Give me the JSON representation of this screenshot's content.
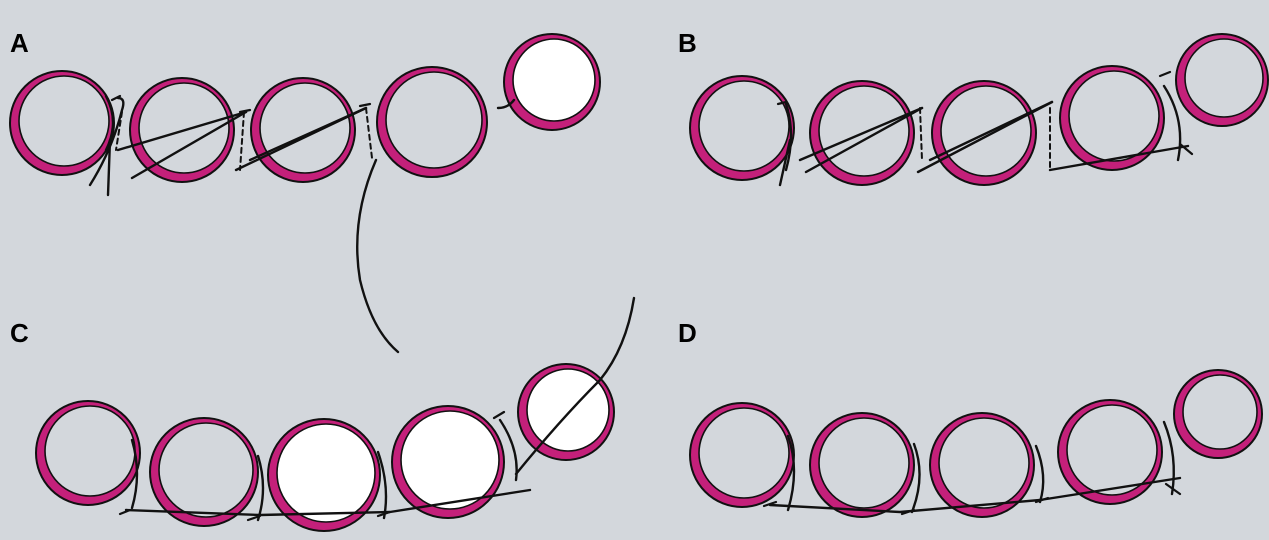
{
  "panels": {
    "a": {
      "label": "A"
    },
    "b": {
      "label": "B"
    },
    "c": {
      "label": "C"
    },
    "d": {
      "label": "D"
    }
  },
  "colors": {
    "background": "#d3d7dc",
    "vessel_wall": "#c4207a",
    "lumen_filled": "#ffffff",
    "thread": "#111111"
  },
  "icons": {
    "ring": "vessel-ring-icon",
    "stitch": "suture-stitch-icon"
  }
}
